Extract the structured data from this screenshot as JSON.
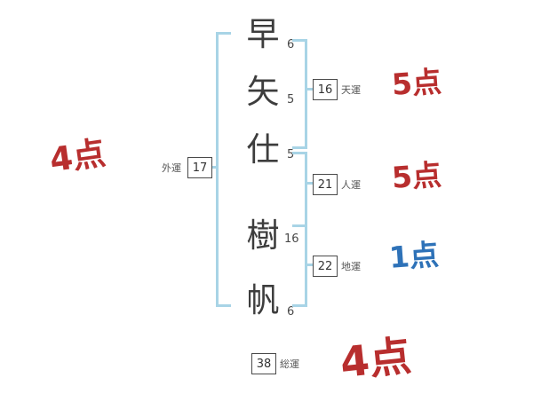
{
  "diagram": {
    "title": "name-fortune-stroke-chart",
    "name_chars": [
      {
        "char": "早",
        "strokes": "6"
      },
      {
        "char": "矢",
        "strokes": "5"
      },
      {
        "char": "仕",
        "strokes": "5"
      },
      {
        "char": "樹",
        "strokes": "16"
      },
      {
        "char": "帆",
        "strokes": "6"
      }
    ],
    "fortunes": {
      "gaiun": {
        "label": "外運",
        "value": "17",
        "score": "4点"
      },
      "tenun": {
        "label": "天運",
        "value": "16",
        "score": "5点"
      },
      "jinun": {
        "label": "人運",
        "value": "21",
        "score": "5点"
      },
      "chiun": {
        "label": "地運",
        "value": "22",
        "score": "1点"
      },
      "soun": {
        "label": "総運",
        "value": "38",
        "score": "4点"
      }
    },
    "colors": {
      "score_red": "#b82e2e",
      "score_blue": "#2e72b8",
      "bracket_blue": "#a8d4e6",
      "ink": "#3d3d3d"
    }
  }
}
